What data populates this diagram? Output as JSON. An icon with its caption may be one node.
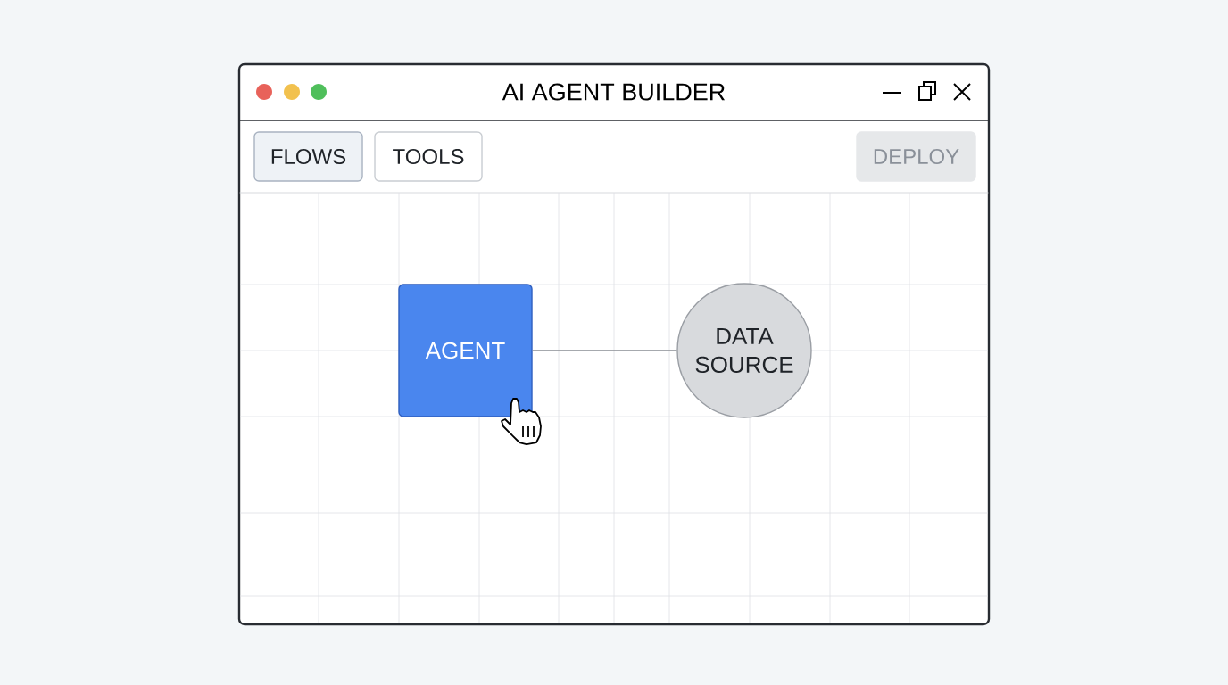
{
  "diagram": {
    "title": "AI AGENT BUILDER",
    "nodes": [
      {
        "text": [
          "FLOWS"
        ]
      },
      {
        "text": [
          "TOOLS"
        ]
      },
      {
        "text": [
          "DEPLOY"
        ]
      },
      {
        "text": [
          "AGENT"
        ]
      },
      {
        "text": [
          "DATA SOURCE"
        ]
      }
    ],
    "edges": [
      {
        "from": 3,
        "to": 4,
        "arrow": "none"
      }
    ]
  }
}
